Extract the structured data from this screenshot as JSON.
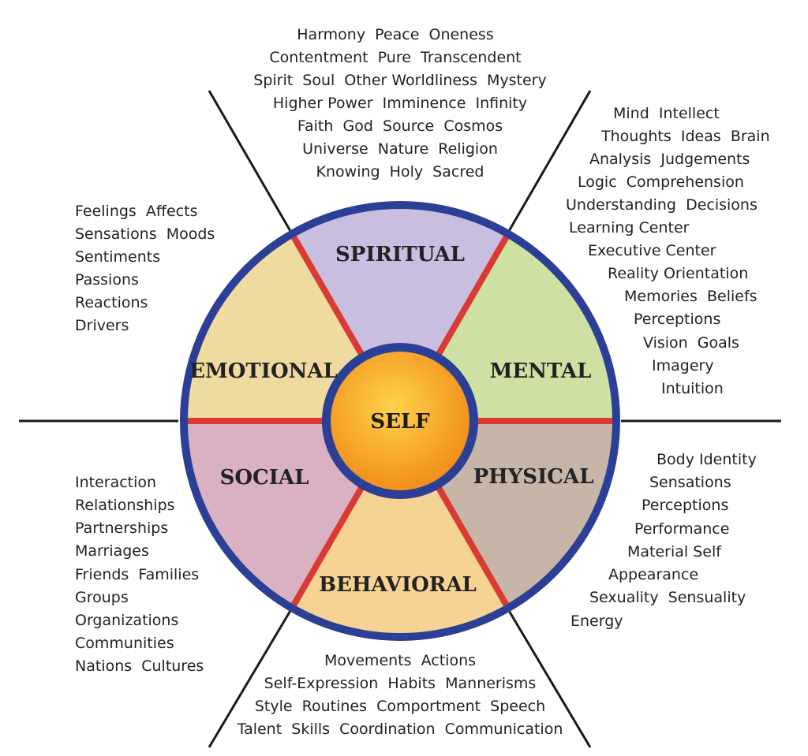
{
  "center": {
    "label": "SELF"
  },
  "dimensions": [
    {
      "key": "spiritual",
      "label": "SPIRITUAL",
      "color": "#C9BEDF"
    },
    {
      "key": "mental",
      "label": "MENTAL",
      "color": "#CFE1A2"
    },
    {
      "key": "physical",
      "label": "PHYSICAL",
      "color": "#C7B6A7"
    },
    {
      "key": "behavioral",
      "label": "BEHAVIORAL",
      "color": "#F7D393"
    },
    {
      "key": "social",
      "label": "SOCIAL",
      "color": "#D9B1C2"
    },
    {
      "key": "emotional",
      "label": "EMOTIONAL",
      "color": "#EFDB9F"
    }
  ],
  "colors": {
    "ring": "#2B3F97",
    "divider": "#D93A33",
    "self_inner": "#FFD24A",
    "self_outer": "#F08A18",
    "axis_line": "#1a1a1a"
  },
  "terms": {
    "spiritual": [
      "Harmony  Peace  Oneness",
      "Contentment  Pure  Transcendent",
      "Spirit  Soul  Other Worldliness  Mystery",
      "Higher Power  Imminence  Infinity",
      "Faith  God  Source  Cosmos",
      "Universe  Nature  Religion",
      "Knowing  Holy  Sacred"
    ],
    "mental": [
      "Mind  Intellect",
      "Thoughts  Ideas  Brain",
      "Analysis  Judgements",
      "Logic  Comprehension",
      "Understanding  Decisions",
      "Learning Center",
      "Executive Center",
      "Reality Orientation",
      "Memories  Beliefs",
      "Perceptions",
      "Vision  Goals",
      "Imagery",
      "Intuition"
    ],
    "emotional": [
      "Feelings  Affects",
      "Sensations  Moods",
      "Sentiments",
      "Passions",
      "Reactions",
      "Drivers"
    ],
    "social": [
      "Interaction",
      "Relationships",
      "Partnerships",
      "Marriages",
      "Friends  Families",
      "Groups",
      "Organizations",
      "Communities",
      "Nations  Cultures"
    ],
    "physical": [
      "Body Identity",
      "Sensations",
      "Perceptions",
      "Performance",
      "Material Self",
      "Appearance",
      "Sexuality  Sensuality",
      "Energy"
    ],
    "behavioral": [
      "Movements  Actions",
      "Self-Expression  Habits  Mannerisms",
      "Style  Routines  Comportment  Speech",
      "Talent  Skills  Coordination  Communication"
    ]
  }
}
